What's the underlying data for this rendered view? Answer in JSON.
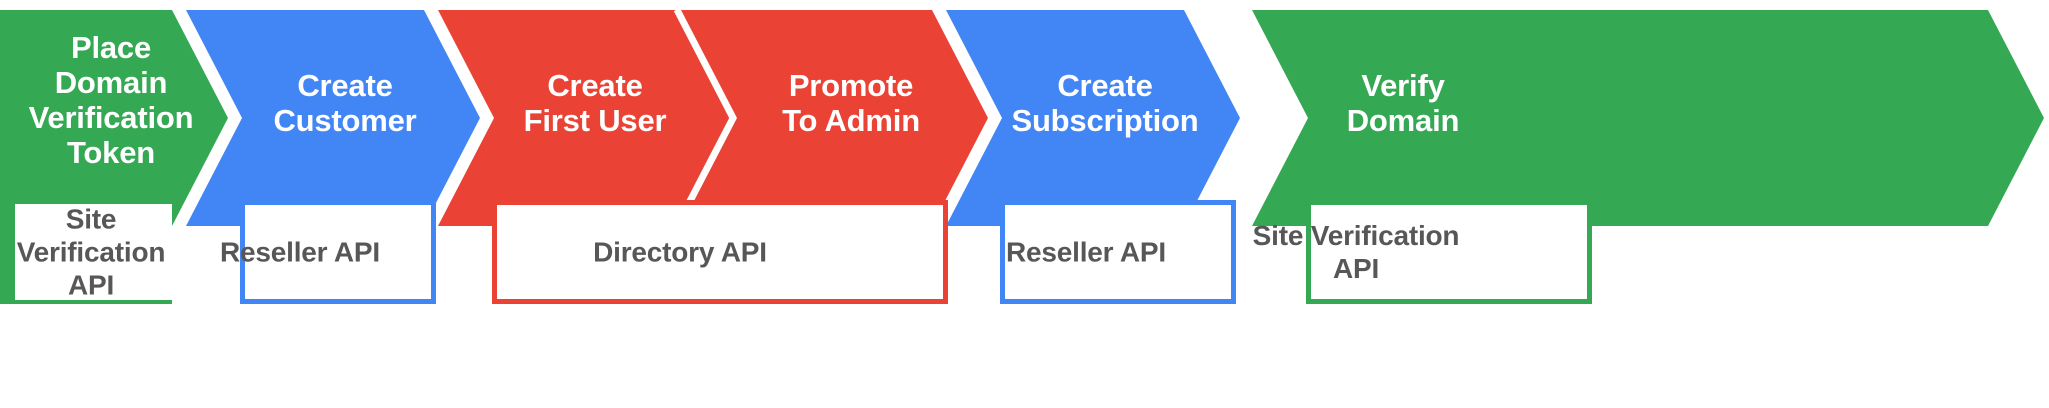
{
  "diagram": {
    "type": "process-flow-chevrons",
    "title": "",
    "colors": {
      "green": "#34a853",
      "blue": "#4285f4",
      "red": "#ea4335",
      "card_text": "#575757",
      "step_text": "#ffffff",
      "background": "#ffffff"
    },
    "steps": [
      {
        "index": 1,
        "label": "Place Domain\nVerification\nToken",
        "color_name": "green",
        "color": "#34a853",
        "api": "Site\nVerification\nAPI"
      },
      {
        "index": 2,
        "label": "Create\nCustomer",
        "color_name": "blue",
        "color": "#4285f4",
        "api": "Reseller API"
      },
      {
        "index": 3,
        "label": "Create\nFirst User",
        "color_name": "red",
        "color": "#ea4335",
        "api": "Directory API"
      },
      {
        "index": 4,
        "label": "Promote\nTo Admin",
        "color_name": "red",
        "color": "#ea4335",
        "api": "Directory API"
      },
      {
        "index": 5,
        "label": "Create\nSubscription",
        "color_name": "blue",
        "color": "#4285f4",
        "api": "Reseller API"
      },
      {
        "index": 6,
        "label": "Verify\nDomain",
        "color_name": "green",
        "color": "#34a853",
        "api": "Site Verification\nAPI"
      }
    ],
    "api_cards": [
      {
        "label": "Site\nVerification\nAPI",
        "color": "#34a853",
        "spans": [
          1
        ]
      },
      {
        "label": "Reseller API",
        "color": "#4285f4",
        "spans": [
          2
        ]
      },
      {
        "label": "Directory API",
        "color": "#ea4335",
        "spans": [
          3,
          4
        ]
      },
      {
        "label": "Reseller API",
        "color": "#4285f4",
        "spans": [
          5
        ]
      },
      {
        "label": "Site Verification\nAPI",
        "color": "#34a853",
        "spans": [
          6
        ]
      }
    ]
  }
}
